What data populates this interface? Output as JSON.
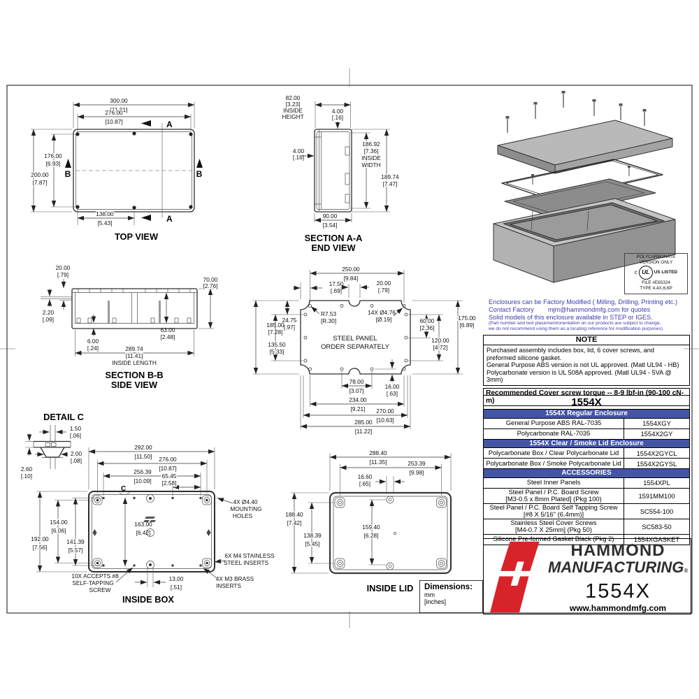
{
  "colors": {
    "table_header_blue": "#4355a4",
    "info_text_blue": "#3c3caa",
    "brand_red": "#d9232a"
  },
  "top_view": {
    "title": "TOP VIEW",
    "section_a": "A",
    "section_b": "B",
    "d300_mm": "300.00",
    "d300_in": "[11.81]",
    "d276_mm": "276.00",
    "d276_in": "[10.87]",
    "d176_mm": "176.00",
    "d176_in": "[6.93]",
    "d200_mm": "200.00",
    "d200_in": "[7.87]",
    "d138_mm": "138.00",
    "d138_in": "[5.43]"
  },
  "end_view": {
    "title_line1": "SECTION A-A",
    "title_line2": "END VIEW",
    "d82_mm": "82.00",
    "d82_in": "[3.23]",
    "d82_lbl1": "INSIDE",
    "d82_lbl2": "HEIGHT",
    "d4top_mm": "4.00",
    "d4top_in": "[.16]",
    "d4side_mm": "4.00",
    "d4side_in": "[.16]",
    "d186_mm": "186.92",
    "d186_in": "[7.36]",
    "d186_lbl1": "INSIDE",
    "d186_lbl2": "WIDTH",
    "d189_mm": "189.74",
    "d189_in": "[7.47]",
    "d90_mm": "90.00",
    "d90_in": "[3.54]"
  },
  "side_view": {
    "title_line1": "SECTION B-B",
    "title_line2": "SIDE VIEW",
    "d20_mm": "20.00",
    "d20_in": "[.79]",
    "d2_mm": "2.20",
    "d2_in": "[.09]",
    "d70_mm": "70.00",
    "d70_in": "[2.76]",
    "d6_mm": "6.00",
    "d6_in": "[.24]",
    "d63_mm": "63.00",
    "d63_in": "[2.48]",
    "d289_mm": "289.74",
    "d289_in": "[11.41]",
    "d289_lbl": "INSIDE LENGTH"
  },
  "steel_panel": {
    "note_line1": "STEEL PANEL",
    "note_line2": "ORDER SEPARATELY",
    "d250_mm": "250.00",
    "d250_in": "[9.84]",
    "d17_mm": "17.50",
    "d17_in": "[.69]",
    "d20_mm": "20.00",
    "d20_in": "[.79]",
    "r7_mm": "R7.53",
    "r7_in": "[R.30]",
    "holes_mm": "14X Ø4.76",
    "holes_in": "[Ø.19]",
    "d185_mm": "185.00",
    "d185_in": "[7.28]",
    "d24_mm": "24.75",
    "d24_in": "[.97]",
    "d135_mm": "135.50",
    "d135_in": "[5.33]",
    "d60_mm": "60.00",
    "d60_in": "[2.36]",
    "d120_mm": "120.00",
    "d120_in": "[4.72]",
    "d175_mm": "175.00",
    "d175_in": "[6.89]",
    "d78_mm": "78.00",
    "d78_in": "[3.07]",
    "d16_mm": "16.00",
    "d16_in": "[.63]",
    "d234_mm": "234.00",
    "d234_in": "[9.21]",
    "d270_mm": "270.00",
    "d270_in": "[10.63]",
    "d285_mm": "285.00",
    "d285_in": "[11.22]"
  },
  "detail_c": {
    "title": "DETAIL  C",
    "d1_mm": "1.50",
    "d1_in": "[.06]",
    "d2_mm": "2.00",
    "d2_in": "[.08]",
    "d26_mm": "2.60",
    "d26_in": "[.10]"
  },
  "inside_box": {
    "title": "INSIDE BOX",
    "detail_marker": "C",
    "d292_mm": "292.00",
    "d292_in": "[11.50]",
    "d276_mm": "276.00",
    "d276_in": "[10.87]",
    "d256_mm": "256.39",
    "d256_in": "[10.09]",
    "d65_mm": "65.45",
    "d65_in": "[2.58]",
    "d163_mm": "163.00",
    "d163_in": "[6.42]",
    "d192_mm": "192.00",
    "d192_in": "[7.56]",
    "d154_mm": "154.00",
    "d154_in": "[6.06]",
    "d141_mm": "141.39",
    "d141_in": "[5.57]",
    "d13_mm": "13.00",
    "d13_in": "[.51]",
    "callout_mounting_1": "4X Ø4.40",
    "callout_mounting_2": "MOUNTING",
    "callout_mounting_3": "HOLES",
    "callout_m4_1": "6X M4 STAINLESS",
    "callout_m4_2": "STEEL INSERTS",
    "callout_m3_1": "4X M3 BRASS",
    "callout_m3_2": "INSERTS",
    "callout_screw_1": "10X ACCEPTS #8",
    "callout_screw_2": "SELF-TAPPING",
    "callout_screw_3": "SCREW"
  },
  "inside_lid": {
    "title": "INSIDE LID",
    "d288_mm": "288.40",
    "d288_in": "[11.35]",
    "d253_mm": "253.39",
    "d253_in": "[9.98]",
    "d166_mm": "16.60",
    "d166_in": "[.65]",
    "d188_mm": "188.40",
    "d188_in": "[7.42]",
    "d138_mm": "138.39",
    "d138_in": "[5.45]",
    "d159_mm": "159.40",
    "d159_in": "[6.28]"
  },
  "ul_box": {
    "line1": "POLYCARBONATE",
    "line2": "VERSION ONLY",
    "c": "c",
    "ul": "UL",
    "us_listed": "US LISTED",
    "file": "FILE #E65324",
    "type": "TYPE 4,4X,6,6P"
  },
  "factory_info": {
    "line1": "Enclosures can be Factory Modified ( Milling, Drilling, Printing etc.)",
    "line2_prefix": "Contact Factory",
    "line2_email": "mjm@hammondmfg.com",
    "line2_suffix": "for quotes",
    "line3": "Solid models of this enclosure available in STEP or IGES.",
    "fine_print_1": "(Part number and text placement/orientation on our products are subject to change,",
    "fine_print_2": "we do not recommend using them as a locating reference for modification purposes)"
  },
  "note_box": {
    "header": "NOTE",
    "line1": "Purchased  assembly includes box, lid, 6 cover screws, and",
    "line2": "preformed silicone gasket.",
    "line3": "General Purpose ABS version is not UL approved. (Matl UL94 - HB)",
    "line4": "Polycarbonate version is UL 508A approved. (Matl UL94 - 5VA  @ 3mm)",
    "torque": "Recommended Cover screw torque -- 8-9 lbf-in (90-100 cN-m)"
  },
  "parts_table": {
    "title": "1554X",
    "sections": [
      {
        "header": "1554X Regular Enclosure",
        "rows": [
          {
            "desc": "General Purpose ABS RAL-7035",
            "part": "1554XGY"
          },
          {
            "desc": "Polycarbonate RAL-7035",
            "part": "1554X2GY"
          }
        ]
      },
      {
        "header": "1554X Clear / Smoke Lid Enclosure",
        "rows": [
          {
            "desc": "Polycarbonate Box / Clear Polycarbonate Lid",
            "part": "1554X2GYCL"
          },
          {
            "desc": "Polycarbonate Box / Smoke Polycarbonate Lid",
            "part": "1554X2GYSL"
          }
        ]
      },
      {
        "header": "ACCESSORIES",
        "rows": [
          {
            "desc": "Steel Inner Panels",
            "part": "1554XPL"
          },
          {
            "desc": "Steel Panel / P.C. Board Screw",
            "desc2": "[M3-0.5 x 8mm Plated]  (Pkg 100)",
            "part": "1591MM100"
          },
          {
            "desc": "Steel Panel / P.C. Board Self Tapping Screw",
            "desc2": "[#8 X 5/16\" (6.4mm)]",
            "part": "SC554-100"
          },
          {
            "desc": "Stainless Steel Cover Screws",
            "desc2": "[M4-0.7 X 25mm] (Pkg 50)",
            "part": "SC583-50"
          },
          {
            "desc": "Silicone Pre-formed Gasket Black (Pkg 2)",
            "part": "1554XGASKET"
          }
        ]
      }
    ]
  },
  "brand": {
    "name_line1": "HAMMOND",
    "name_line2": "MANUFACTURING",
    "registered": "®",
    "model": "1554X",
    "website": "www.hammondmfg.com"
  },
  "dims_box": {
    "label": "Dimensions:",
    "unit_mm": "mm",
    "unit_in": "[inches]"
  }
}
